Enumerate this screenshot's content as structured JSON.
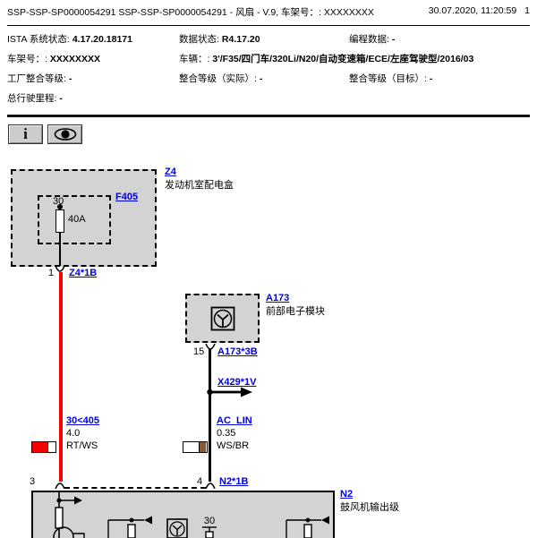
{
  "header": {
    "title": "SSP-SSP-SP0000054291 SSP-SSP-SP0000054291 - 风扇 - V.9, 车架号：: XXXXXXXX",
    "datetime": "30.07.2020, 11:20:59",
    "page": "1"
  },
  "info": {
    "rows": [
      [
        {
          "label": "ISTA 系统状态:",
          "value": "4.17.20.18171"
        },
        {
          "label": "数据状态:",
          "value": "R4.17.20"
        },
        {
          "label": "编程数据:",
          "value": "-"
        }
      ],
      [
        {
          "label": "车架号：:",
          "value": "XXXXXXXX"
        },
        {
          "label": "车辆：:",
          "value": "3'/F35/四门车/320Li/N20/自动变速箱/ECE/左座驾驶型/2016/03"
        }
      ],
      [
        {
          "label": "工厂整合等级:",
          "value": "-"
        },
        {
          "label": "整合等级（实际）:",
          "value": "-"
        },
        {
          "label": "整合等级（目标）:",
          "value": "-"
        }
      ],
      [
        {
          "label": "总行驶里程:",
          "value": "-"
        }
      ]
    ]
  },
  "toolbar": {
    "info_glyph": "i"
  },
  "diagram": {
    "z4": {
      "code": "Z4",
      "name": "发动机室配电盒"
    },
    "f405": {
      "code": "F405",
      "terminal": "30",
      "rating": "40A"
    },
    "pin1": {
      "number": "1",
      "connector": "Z4*1B"
    },
    "a173": {
      "code": "A173",
      "name": "前部电子模块"
    },
    "pin15": {
      "number": "15",
      "connector": "A173*3B"
    },
    "x429": {
      "connector": "X429*1V"
    },
    "wire_left": {
      "signal": "30<405",
      "cross_section": "4.0",
      "color_code": "RT/WS",
      "hex": "#f80000",
      "swatch_a": "#f80000",
      "swatch_b": "#ffffff"
    },
    "wire_right": {
      "signal": "AC_LIN",
      "cross_section": "0.35",
      "color_code": "WS/BR",
      "hex": "#000000",
      "swatch_a": "#ffffff",
      "swatch_b": "#8a5a2a"
    },
    "pin3": {
      "number": "3"
    },
    "pin4": {
      "number": "4",
      "connector": "N2*1B"
    },
    "n2": {
      "code": "N2",
      "name": "鼓风机输出级",
      "terminal": "30"
    }
  },
  "colors": {
    "link": "#0000dd",
    "box_fill": "#d3d3d3",
    "wire_red": "#f80000",
    "brown": "#8a5a2a"
  }
}
